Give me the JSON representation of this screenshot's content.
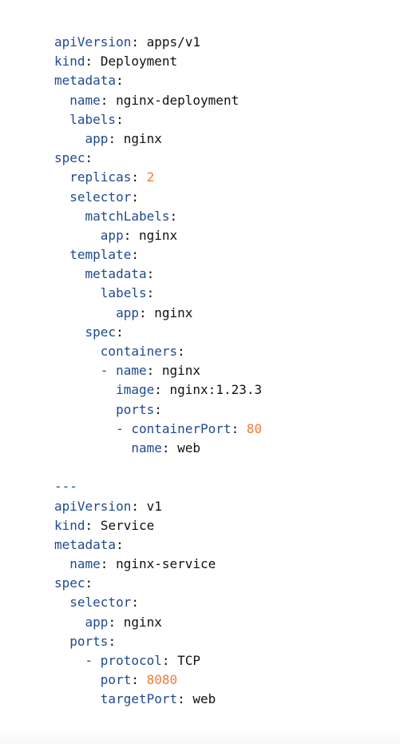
{
  "colors": {
    "key": "#1f4a8f",
    "number": "#f07a38",
    "text": "#111111",
    "background": "#ffffff"
  },
  "lines": [
    {
      "indent": 0,
      "key": "apiVersion",
      "value": "apps/v1"
    },
    {
      "indent": 0,
      "key": "kind",
      "value": "Deployment"
    },
    {
      "indent": 0,
      "key": "metadata",
      "value": ""
    },
    {
      "indent": 2,
      "key": "name",
      "value": "nginx-deployment"
    },
    {
      "indent": 2,
      "key": "labels",
      "value": ""
    },
    {
      "indent": 4,
      "key": "app",
      "value": "nginx"
    },
    {
      "indent": 0,
      "key": "spec",
      "value": ""
    },
    {
      "indent": 2,
      "key": "replicas",
      "value": "2",
      "numeric": true
    },
    {
      "indent": 2,
      "key": "selector",
      "value": ""
    },
    {
      "indent": 4,
      "key": "matchLabels",
      "value": ""
    },
    {
      "indent": 6,
      "key": "app",
      "value": "nginx"
    },
    {
      "indent": 2,
      "key": "template",
      "value": ""
    },
    {
      "indent": 4,
      "key": "metadata",
      "value": ""
    },
    {
      "indent": 6,
      "key": "labels",
      "value": ""
    },
    {
      "indent": 8,
      "key": "app",
      "value": "nginx"
    },
    {
      "indent": 4,
      "key": "spec",
      "value": ""
    },
    {
      "indent": 6,
      "key": "containers",
      "value": ""
    },
    {
      "indent": 6,
      "dash": true,
      "key": "name",
      "value": "nginx"
    },
    {
      "indent": 8,
      "key": "image",
      "value": "nginx:1.23.3"
    },
    {
      "indent": 8,
      "key": "ports",
      "value": ""
    },
    {
      "indent": 8,
      "dash": true,
      "key": "containerPort",
      "value": "80",
      "numeric": true
    },
    {
      "indent": 10,
      "key": "name",
      "value": "web"
    },
    {
      "blank": true
    },
    {
      "separator": "---"
    },
    {
      "indent": 0,
      "key": "apiVersion",
      "value": "v1"
    },
    {
      "indent": 0,
      "key": "kind",
      "value": "Service"
    },
    {
      "indent": 0,
      "key": "metadata",
      "value": ""
    },
    {
      "indent": 2,
      "key": "name",
      "value": "nginx-service"
    },
    {
      "indent": 0,
      "key": "spec",
      "value": ""
    },
    {
      "indent": 2,
      "key": "selector",
      "value": ""
    },
    {
      "indent": 4,
      "key": "app",
      "value": "nginx"
    },
    {
      "indent": 2,
      "key": "ports",
      "value": ""
    },
    {
      "indent": 4,
      "dash": true,
      "key": "protocol",
      "value": "TCP"
    },
    {
      "indent": 6,
      "key": "port",
      "value": "8080",
      "numeric": true
    },
    {
      "indent": 6,
      "key": "targetPort",
      "value": "web"
    }
  ]
}
